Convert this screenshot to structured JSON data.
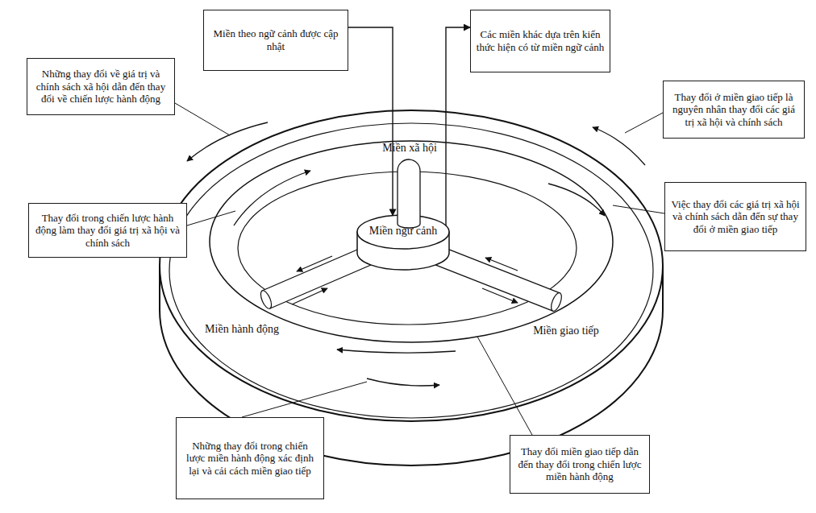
{
  "diagram": {
    "nodes": [
      {
        "text": [
          "Miền theo ngữ cảnh được cập nhật"
        ]
      },
      {
        "text": [
          "Các miền khác dựa trên kiến thức hiện có từ miền ngữ cảnh"
        ]
      },
      {
        "text": [
          "Những thay đổi về giá trị và chính sách xã hội dẫn đến thay đổi về chiến lược hành động"
        ]
      },
      {
        "text": [
          "Thay đổi ở miền giao tiếp là nguyên nhân thay đổi các giá trị xã hội và chính sách"
        ]
      },
      {
        "text": [
          "Thay đổi trong chiến lược hành động làm thay đổi giá trị xã hội và chính sách"
        ]
      },
      {
        "text": [
          "Việc thay đổi các giá trị xã hội và chính sách dẫn đến sự thay đổi ở miền giao tiếp"
        ]
      },
      {
        "text": [
          "Miền ngữ cảnh"
        ]
      },
      {
        "text": [
          "Những thay đổi trong chiến lược miền hành động xác định lại và cải cách miền giao tiếp"
        ]
      },
      {
        "text": [
          "Thay đổi miền giao tiếp dẫn đến thay đổi trong chiến lược miền hành động"
        ]
      }
    ],
    "edges": [
      {
        "from": 0,
        "to": 6,
        "arrow": "to"
      },
      {
        "from": 6,
        "to": 1,
        "arrow": "to"
      }
    ],
    "labels": [
      "Miền xã hội",
      "Miền hành động",
      "Miền giao tiếp"
    ]
  }
}
